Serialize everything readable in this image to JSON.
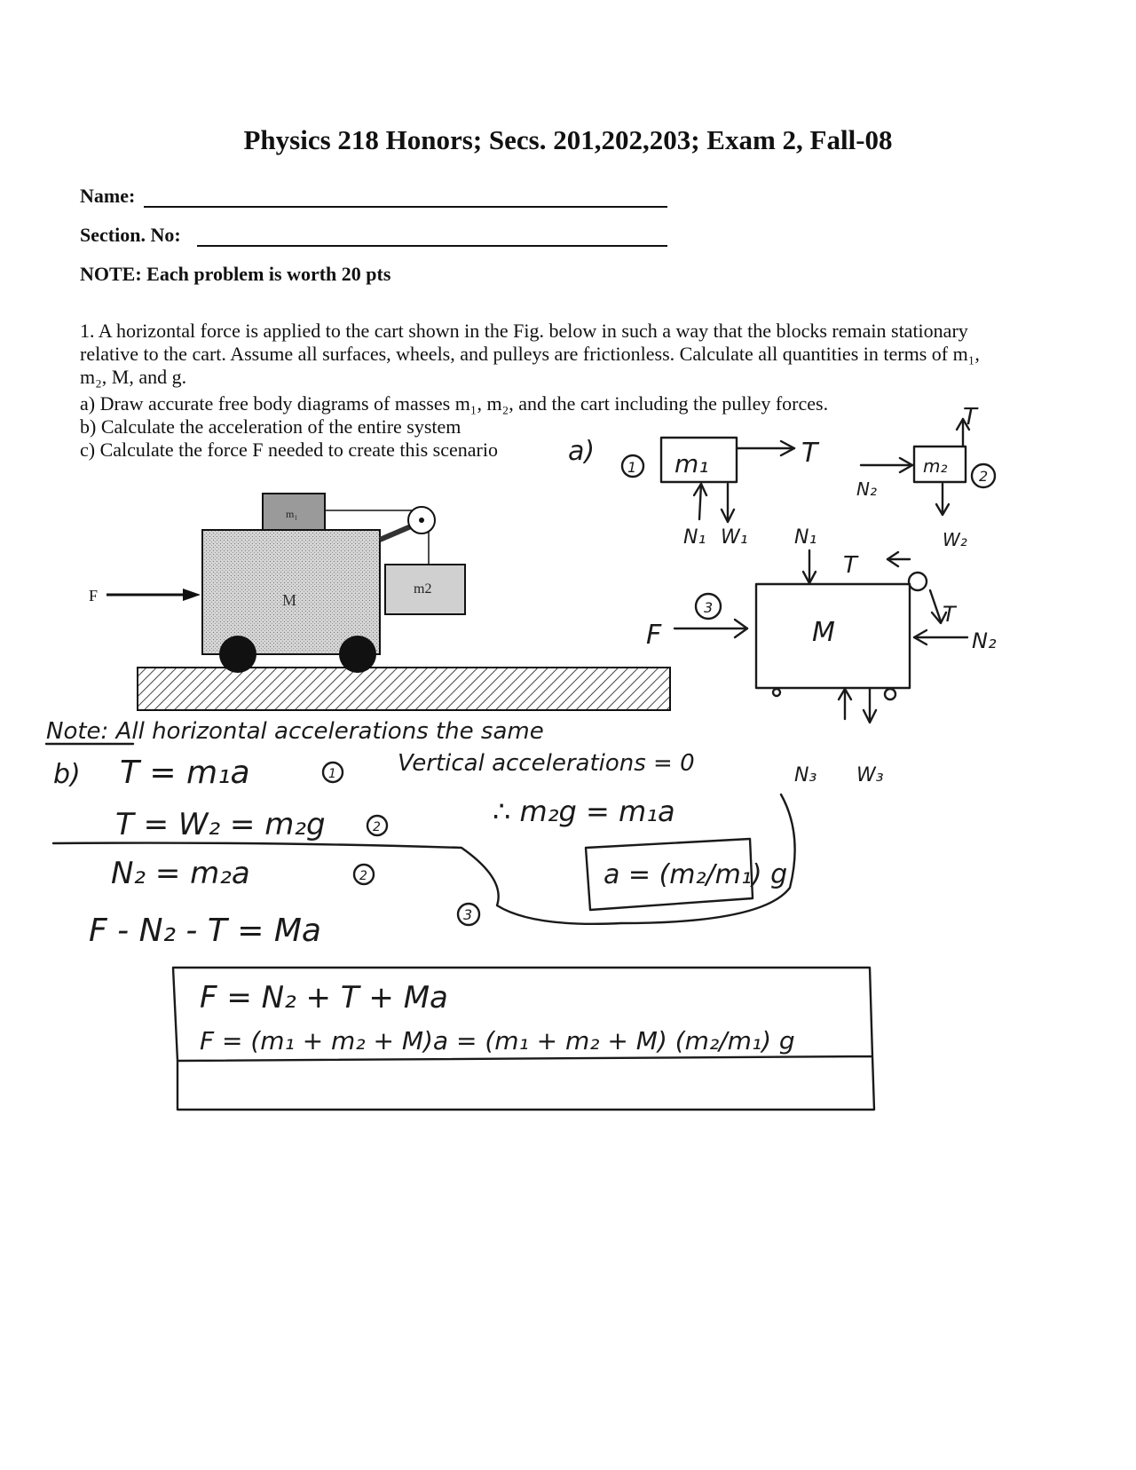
{
  "title": "Physics 218 Honors; Secs. 201,202,203; Exam 2, Fall-08",
  "header": {
    "name_label": "Name:",
    "section_label": "Section. No:",
    "note": "NOTE:  Each problem is worth 20 pts"
  },
  "problem": {
    "intro": "1.  A horizontal force is applied to the cart shown in the Fig. below in such a way that the blocks remain stationary relative to the cart.  Assume all surfaces, wheels, and pulleys are frictionless. Calculate all quantities in terms of m₁, m₂, M, and g.",
    "part_a": "a) Draw accurate free body diagrams of masses m₁, m₂, and the cart including the pulley forces.",
    "part_b": "b) Calculate the acceleration of the entire system",
    "part_c": "c) Calculate the force F needed to create this scenario"
  },
  "figure": {
    "force_label": "F",
    "cart_label": "M",
    "block1_label": "m₁",
    "block2_label": "m2"
  },
  "handwriting": {
    "part_a_tag": "a)",
    "fbd1": {
      "num": "1",
      "mass": "m₁",
      "t": "T",
      "n": "N₁",
      "w": "W₁"
    },
    "fbd2": {
      "num": "2",
      "mass": "m₂",
      "t": "T",
      "n": "N₂",
      "w": "W₂"
    },
    "fbd3": {
      "num": "3",
      "mass": "M",
      "f": "F",
      "n1": "N₁",
      "t1": "T",
      "t2": "T",
      "n2": "N₂",
      "n3": "N₃",
      "w3": "W₃"
    },
    "note_line1": "Note: All horizontal accelerations the same",
    "note_line2": "Vertical accelerations = 0",
    "b_tag": "b)",
    "eq1": "T = m₁a",
    "eq1_num": "1",
    "eq2": "T = W₂ = m₂g",
    "eq2_num": "2",
    "eq3": "N₂ = m₂a",
    "eq3_num": "2",
    "eq4": "F - N₂ - T = Ma",
    "eq4_num": "3",
    "therefore": "∴  m₂g = m₁a",
    "accel_result": "a = (m₂/m₁) g",
    "eq5": "F = N₂ + T + Ma",
    "final": "F = (m₁ + m₂ + M)a = (m₁ + m₂ + M) (m₂/m₁) g"
  }
}
